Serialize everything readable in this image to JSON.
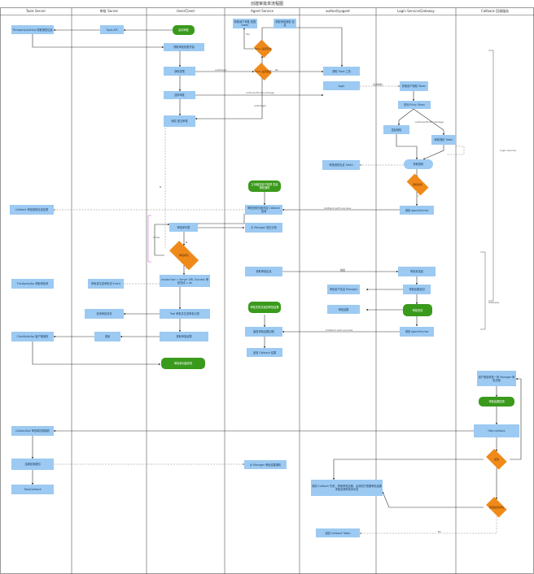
{
  "title": "创建审批单流程图",
  "lanes": [
    {
      "name": "Tools Server"
    },
    {
      "name": "审批 Server"
    },
    {
      "name": "User/Client"
    },
    {
      "name": "Agent Service"
    },
    {
      "name": "authorityagent"
    },
    {
      "name": "Login Service/Gateway"
    },
    {
      "name": "Callback 回调服务"
    }
  ],
  "nodes": {
    "n1": "ThirdpartyAuthApi 获取授权信息",
    "n2": "Tools API",
    "n3": "启动审批",
    "n4": "获取审批权限开始",
    "n5": "获取权限",
    "n6": "选择审批",
    "n7": "授权 提交审核",
    "n8": "获取用户审批 权限 token",
    "n9": "获取审批授权 信息",
    "d1": "Token 是否有效",
    "d2": "Token 是否需要",
    "n10": "调取 Tools 工具",
    "n11": "login",
    "n12": "获取用户授权 Token",
    "n13": "查询 Entry Token",
    "n14": "发起授权",
    "n15": "刷新授权 Token",
    "n16": "审批授权信息 Token",
    "p1": "获取授权",
    "d3": "授权成功",
    "p2": "主动触发用户回调 发起授权通知",
    "n17": "Callback 审批授权信息回调",
    "n18": "审批授权页面内容 Callback 回调",
    "n19": "调用 AgentService",
    "n20": "审批单列表",
    "n21": "大 Manager 提交记录",
    "d4": "审批成功",
    "n22": "ThirdpartyApi 获取审批单",
    "n23": "审批单生成审批流 Event",
    "n24": "Invoke tool = Server URL Success 审批完成 = ok",
    "n25": "Tool 审批并生成审批记录",
    "n26": "获取审批信息",
    "n27": "审批单发起",
    "n28": "查询审批状态",
    "n29": "审批用户信息 Manager",
    "n30": "审批结果",
    "p3": "审批完成",
    "n31": "审批结果返回",
    "n32": "ClientAuthApi 客户端授权",
    "n33": "调用",
    "n34": "获取审批结果",
    "p4": "审批完成并返回审批结果",
    "n35": "触发审批结果回调",
    "n36": "返回 Callback 结果",
    "n37": "调用 AgentService",
    "p5": "审批单创建完成",
    "n38": "用户授权审批一条 Manager 审批流程",
    "p6": "审批结果回调",
    "n39": "Http callback",
    "n40": "CallbackApi 审批单回调接收",
    "d5": "回调",
    "n41": "结果回调通知",
    "n42": "ToolsCallback",
    "n43": "Ai Manager 审批结果通知",
    "d6": "回调是否成功",
    "n44": "调用 Callback 失败，获取审批结果，由调用方根据审批结果重新处理审批单状态",
    "n45": "返回 Callback Token"
  },
  "edge_labels": {
    "e1": "Yes",
    "e2": "No",
    "e3": "auth/login",
    "e4": "auth/verification/image",
    "e5": "auth/login",
    "e6": "auth/verification/image",
    "e7": "请求授权",
    "e8": "Callback auth success",
    "e9": "Y",
    "e10": "N",
    "e11": "Y",
    "e12": "N",
    "e13": "Callback auth success",
    "e14": "Login Service",
    "e15": "Gateway",
    "e16": "No",
    "e17": "Timer",
    "e18": "触发"
  },
  "colors": {
    "box": "#9ccaf2",
    "start_end": "#3a9a1c",
    "decision": "#ef8a1a",
    "lane_line": "#555555",
    "arrow": "#333333",
    "dashed": "#888888"
  }
}
